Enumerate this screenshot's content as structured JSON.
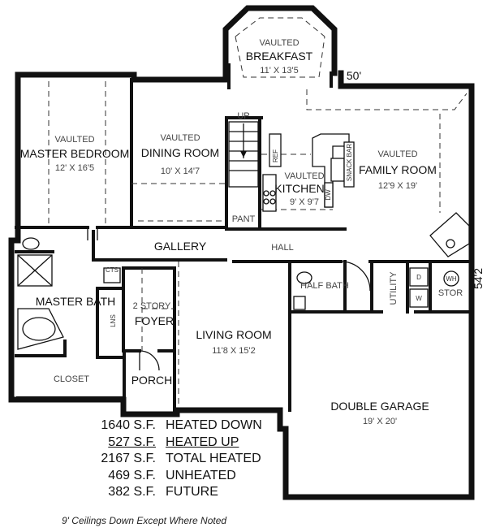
{
  "rooms": {
    "breakfast": {
      "vaulted": "VAULTED",
      "name": "BREAKFAST",
      "size": "11' X 13'5"
    },
    "master_bedroom": {
      "vaulted": "VAULTED",
      "name": "MASTER BEDROOM",
      "size": "12' X 16'5"
    },
    "dining_room": {
      "vaulted": "VAULTED",
      "name": "DINING ROOM",
      "size": "10' X 14'7"
    },
    "kitchen": {
      "vaulted": "VAULTED",
      "name": "KITCHEN",
      "size": "9' X 9'7"
    },
    "family_room": {
      "vaulted": "VAULTED",
      "name": "FAMILY ROOM",
      "size": "12'9 X 19'"
    },
    "gallery": {
      "name": "GALLERY"
    },
    "hall": {
      "name": "HALL"
    },
    "pantry": {
      "name": "PANT"
    },
    "master_bath": {
      "name": "MASTER BATH"
    },
    "closet": {
      "name": "CLOSET"
    },
    "foyer": {
      "note": "2 STORY",
      "name": "FOYER"
    },
    "living_room": {
      "name": "LIVING ROOM",
      "size": "11'8 X 15'2"
    },
    "porch": {
      "name": "PORCH"
    },
    "half_bath": {
      "name": "HALF BATH"
    },
    "utility": {
      "name": "UTILITY"
    },
    "storage": {
      "name": "STOR"
    },
    "garage": {
      "name": "DOUBLE GARAGE",
      "size": "19' X 20'"
    }
  },
  "fixtures": {
    "stair_up": "UP",
    "fridge": "REF",
    "snack_bar": "SNACK BAR",
    "dishwasher": "DW",
    "linen": "LNS",
    "cts": "CTS",
    "water_heater": "WH",
    "dryer": "D",
    "washer": "W"
  },
  "dimensions": {
    "width": "50'",
    "depth": "54'2"
  },
  "stats": [
    {
      "value": "1640 S.F.",
      "label": "HEATED DOWN"
    },
    {
      "value": "527 S.F.",
      "label": "HEATED UP"
    },
    {
      "value": "2167 S.F.",
      "label": "TOTAL HEATED"
    },
    {
      "value": "469 S.F.",
      "label": "UNHEATED"
    },
    {
      "value": "382 S.F.",
      "label": "FUTURE"
    }
  ],
  "ceiling_note": "9' Ceilings Down Except Where Noted"
}
